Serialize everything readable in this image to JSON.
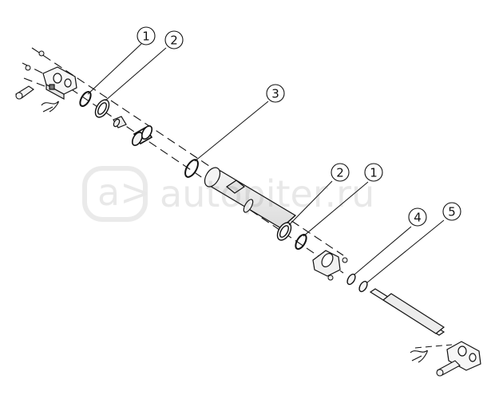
{
  "callouts": {
    "c1a": "1",
    "c2a": "2",
    "c3": "3",
    "c2b": "2",
    "c1b": "1",
    "c4": "4",
    "c5": "5"
  },
  "watermark": {
    "text": "autopiter.ru"
  }
}
